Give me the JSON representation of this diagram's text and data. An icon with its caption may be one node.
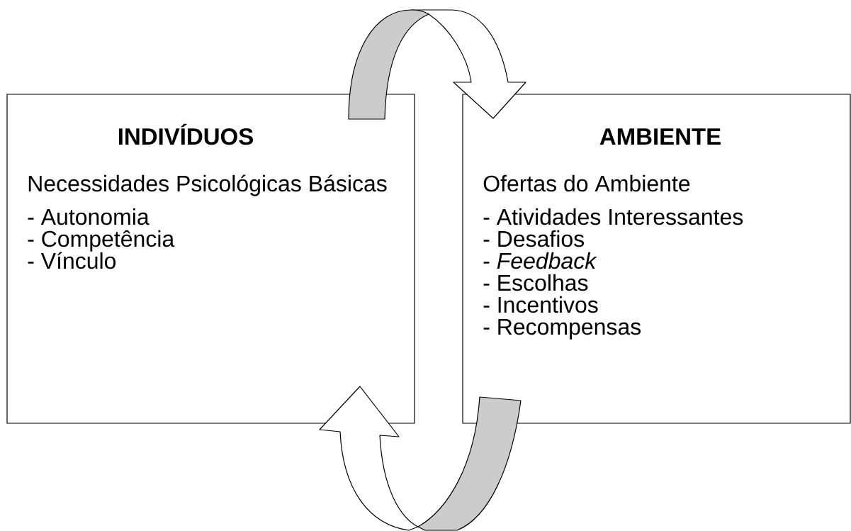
{
  "diagram": {
    "nodes": [
      {
        "text": [
          "INDIVÍDUOS",
          "Necessidades Psicológicas Básicas",
          "- Autonomia",
          "- Competência",
          "- Vínculo"
        ]
      },
      {
        "text": [
          "AMBIENTE",
          "Ofertas do Ambiente",
          "- Atividades Interessantes",
          "- Desafios",
          "- *Feedback*",
          "- Escolhas",
          "- Incentivos",
          "- Recompensas"
        ]
      }
    ],
    "edges": [
      {
        "from": 0,
        "to": 1,
        "arrow": "to"
      },
      {
        "from": 1,
        "to": 0,
        "arrow": "to"
      }
    ]
  }
}
